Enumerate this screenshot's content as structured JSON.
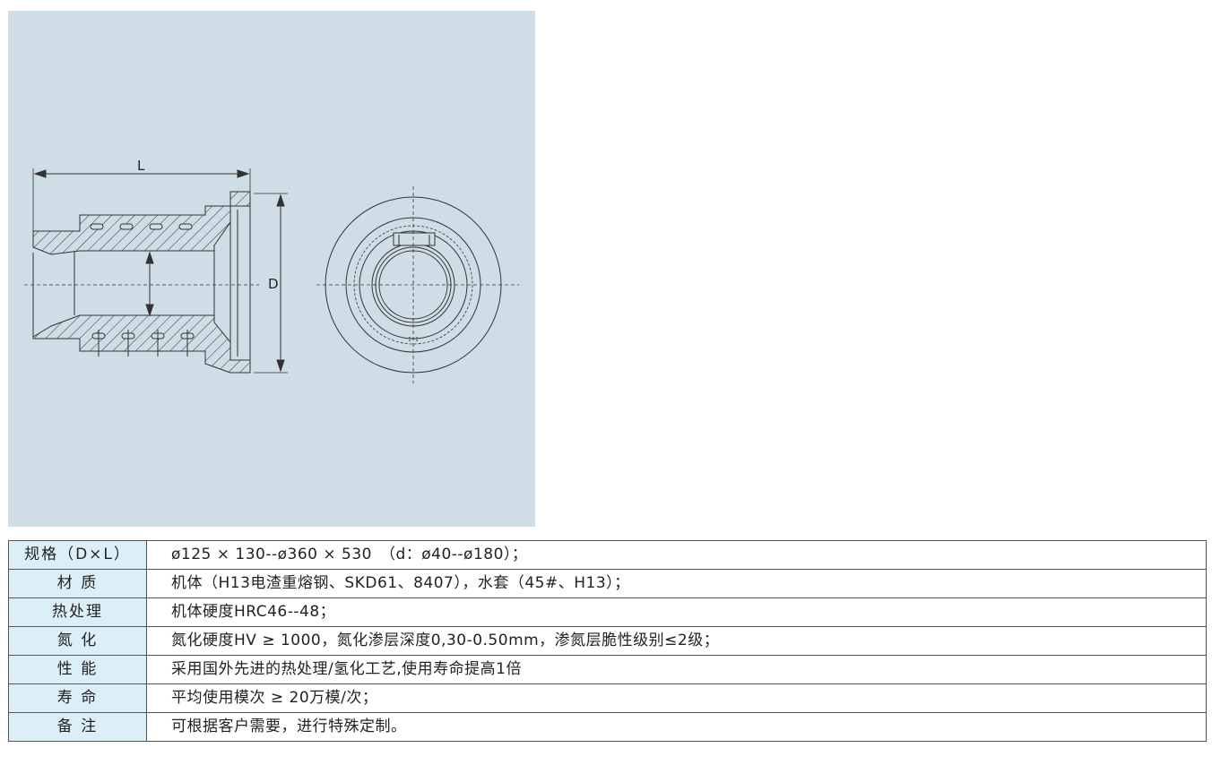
{
  "drawing": {
    "dimension_L": "L",
    "dimension_D": "D"
  },
  "spec_table": {
    "rows": [
      {
        "label": "规格（D×L）",
        "value": "ø125 × 130--ø360 × 530　（d：ø40--ø180）；"
      },
      {
        "label": "材 质",
        "value": "机体（H13电渣重熔钢、SKD61、8407），水套（45#、H13）；"
      },
      {
        "label": "热处理",
        "value": "机体硬度HRC46--48；"
      },
      {
        "label": "氮 化",
        "value": "氮化硬度HV ≥ 1000，氮化渗层深度0,30-0.50mm，渗氮层脆性级别≤2级；"
      },
      {
        "label": "性 能",
        "value": "采用国外先进的热处理/氢化工艺,使用寿命提高1倍"
      },
      {
        "label": "寿 命",
        "value": "平均使用模次 ≥ 20万模/次；"
      },
      {
        "label": "备 注",
        "value": "可根据客户需要，进行特殊定制。"
      }
    ]
  }
}
